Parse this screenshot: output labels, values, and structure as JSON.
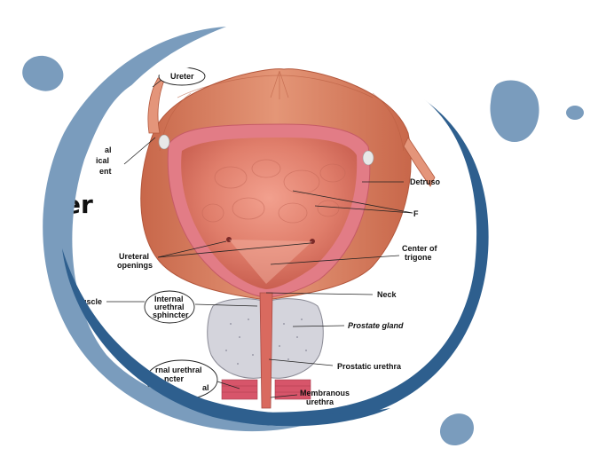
{
  "labels": {
    "ureter": "Ureter",
    "median_ligament_l1": "al",
    "median_ligament_l2": "ical",
    "median_ligament_l3": "ent",
    "big_letters": "er",
    "detrusor": "Detruso",
    "folds": "F",
    "ureteral_openings_l1": "Ureteral",
    "ureteral_openings_l2": "openings",
    "center_trigone_l1": "Center of",
    "center_trigone_l2": "trigone",
    "muscle": "uscle",
    "neck": "Neck",
    "internal_sphincter_l1": "Internal",
    "internal_sphincter_l2": "urethral",
    "internal_sphincter_l3": "sphincter",
    "prostate_gland": "Prostate gland",
    "prostatic_urethra": "Prostatic urethra",
    "external_sphincter_l1": "rnal urethral",
    "external_sphincter_l2": "ncter",
    "external_sphincter_l3": "al",
    "membranous_urethra_l1": "Membranous",
    "membranous_urethra_l2": "urethra"
  },
  "colors": {
    "blob_light": "#7a9cbd",
    "swoosh_dark": "#2e5f8e",
    "swoosh_light": "#7a9cbd",
    "muscle": "#d9805e",
    "mucosa": "#e08a78",
    "wall": "#e27c86",
    "prostate": "#d4d4dc"
  }
}
